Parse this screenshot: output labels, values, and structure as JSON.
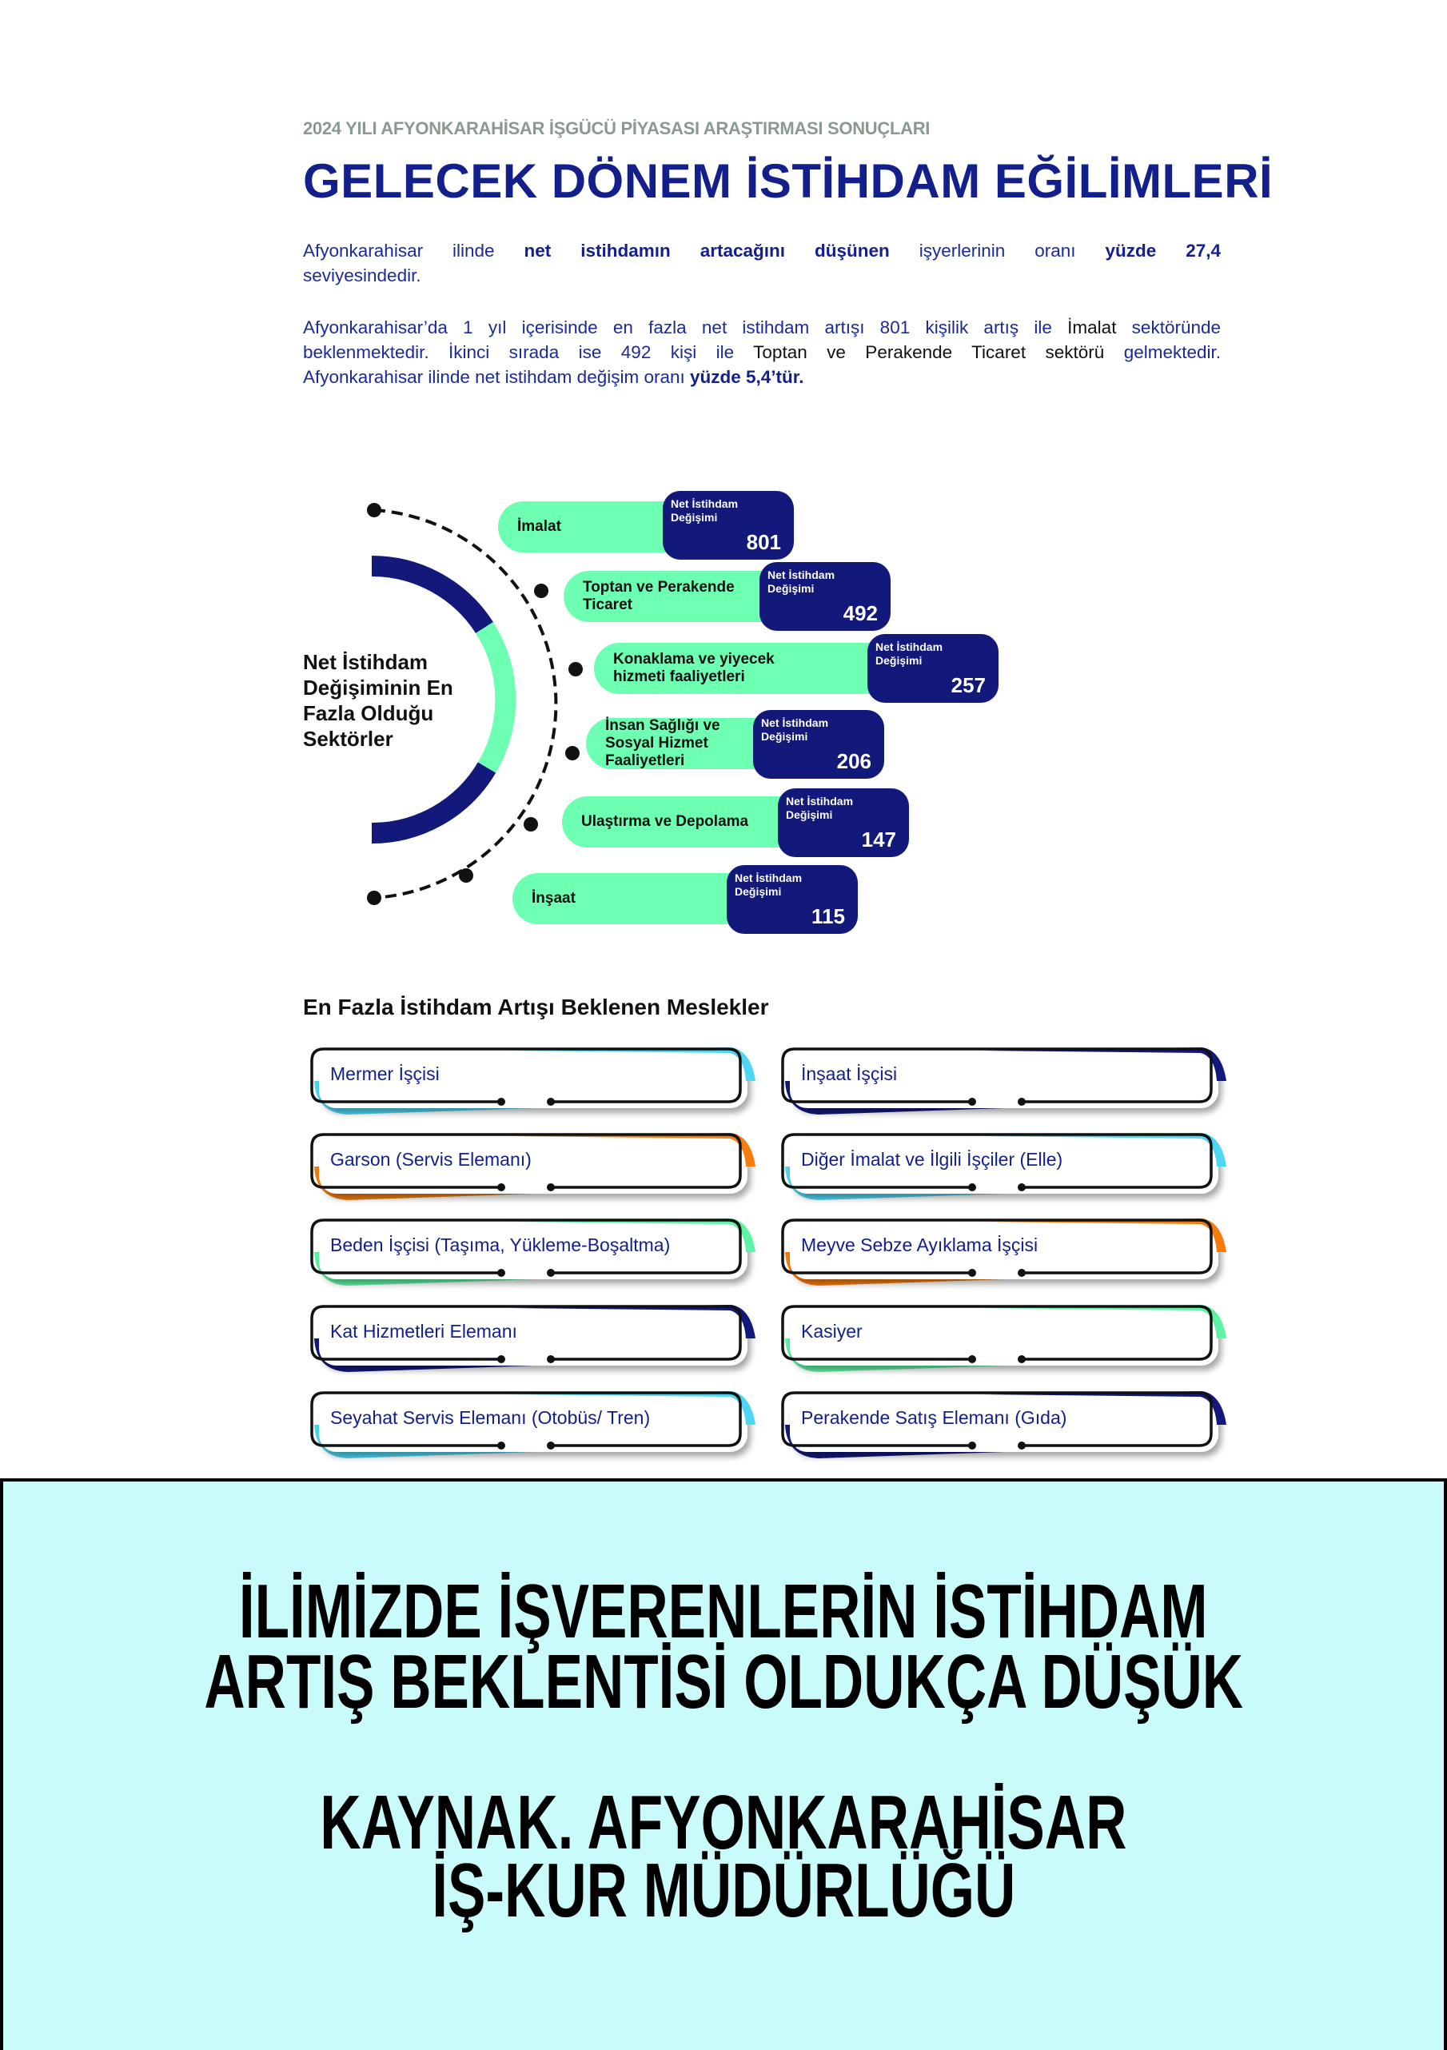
{
  "header": {
    "kicker": "2024 YILI AFYONKARAHİSAR İŞGÜCÜ PİYASASI ARAŞTIRMASI SONUÇLARI",
    "title": "GELECEK DÖNEM İSTİHDAM EĞİLİMLERİ"
  },
  "paragraph1": {
    "lines": [
      [
        {
          "t": "Afyonkarahisar ilinde ",
          "s": ""
        },
        {
          "t": "net istihdamın artacağını düşünen",
          "s": "b"
        },
        {
          "t": " işyerlerinin oranı ",
          "s": ""
        },
        {
          "t": "yüzde 27,4",
          "s": "b"
        }
      ],
      [
        {
          "t": "seviyesindedir.",
          "s": ""
        }
      ]
    ]
  },
  "paragraph2": {
    "lines": [
      [
        {
          "t": "Afyonkarahisar’da 1 yıl içerisinde en fazla net istihdam artışı 801 kişilik artış ile ",
          "s": ""
        },
        {
          "t": "İmalat",
          "s": "k"
        },
        {
          "t": " sektöründe",
          "s": ""
        }
      ],
      [
        {
          "t": "beklenmektedir. İkinci sırada ise 492 kişi ile ",
          "s": ""
        },
        {
          "t": "Toptan ve Perakende Ticaret sektörü",
          "s": "k"
        },
        {
          "t": " gelmektedir.",
          "s": ""
        }
      ],
      [
        {
          "t": "Afyonkarahisar ilinde net istihdam değişim oranı ",
          "s": ""
        },
        {
          "t": "yüzde 5,4’tür.",
          "s": "b"
        }
      ]
    ]
  },
  "sectors": {
    "center_label": [
      "Net İstihdam",
      "Değişiminin En",
      "Fazla Olduğu",
      "Sektörler"
    ],
    "box_label": "Net İstihdam Değişimi",
    "items": [
      {
        "name": "İmalat",
        "value": "801"
      },
      {
        "name": "Toptan ve Perakende Ticaret",
        "value": "492"
      },
      {
        "name": "Konaklama ve yiyecek hizmeti faaliyetleri",
        "value": "257"
      },
      {
        "name": "İnsan Sağlığı ve Sosyal Hizmet Faaliyetleri",
        "value": "206"
      },
      {
        "name": "Ulaştırma ve Depolama",
        "value": "147"
      },
      {
        "name": "İnşaat",
        "value": "115"
      }
    ],
    "colors": {
      "green": "#6dffb2",
      "navy": "#13197a"
    }
  },
  "occupations": {
    "heading": "En Fazla İstihdam Artışı Beklenen Meslekler",
    "items": [
      {
        "label": "Mermer İşçisi",
        "accent": "#4fd6f2"
      },
      {
        "label": "İnşaat İşçisi",
        "accent": "#13197a"
      },
      {
        "label": "Garson (Servis Elemanı)",
        "accent": "#f47d0d"
      },
      {
        "label": "Diğer İmalat ve İlgili İşçiler (Elle)",
        "accent": "#4fd6f2"
      },
      {
        "label": "Beden İşçisi (Taşıma, Yükleme-Boşaltma)",
        "accent": "#5ef2a5"
      },
      {
        "label": "Meyve Sebze Ayıklama İşçisi",
        "accent": "#f47d0d"
      },
      {
        "label": "Kat Hizmetleri Elemanı",
        "accent": "#13197a"
      },
      {
        "label": "Kasiyer",
        "accent": "#5ef2a5"
      },
      {
        "label": "Seyahat Servis Elemanı (Otobüs/ Tren)",
        "accent": "#4fd6f2"
      },
      {
        "label": "Perakende Satış Elemanı (Gıda)",
        "accent": "#13197a"
      }
    ]
  },
  "banner": {
    "line1": "İLİMİZDE İŞVERENLERİN İSTİHDAM",
    "line2": "ARTIŞ BEKLENTİSİ OLDUKÇA DÜŞÜK",
    "line3": "KAYNAK. AFYONKARAHİSAR",
    "line4": "İŞ-KUR MÜDÜRLÜĞÜ",
    "background": "#c9fbfb"
  }
}
